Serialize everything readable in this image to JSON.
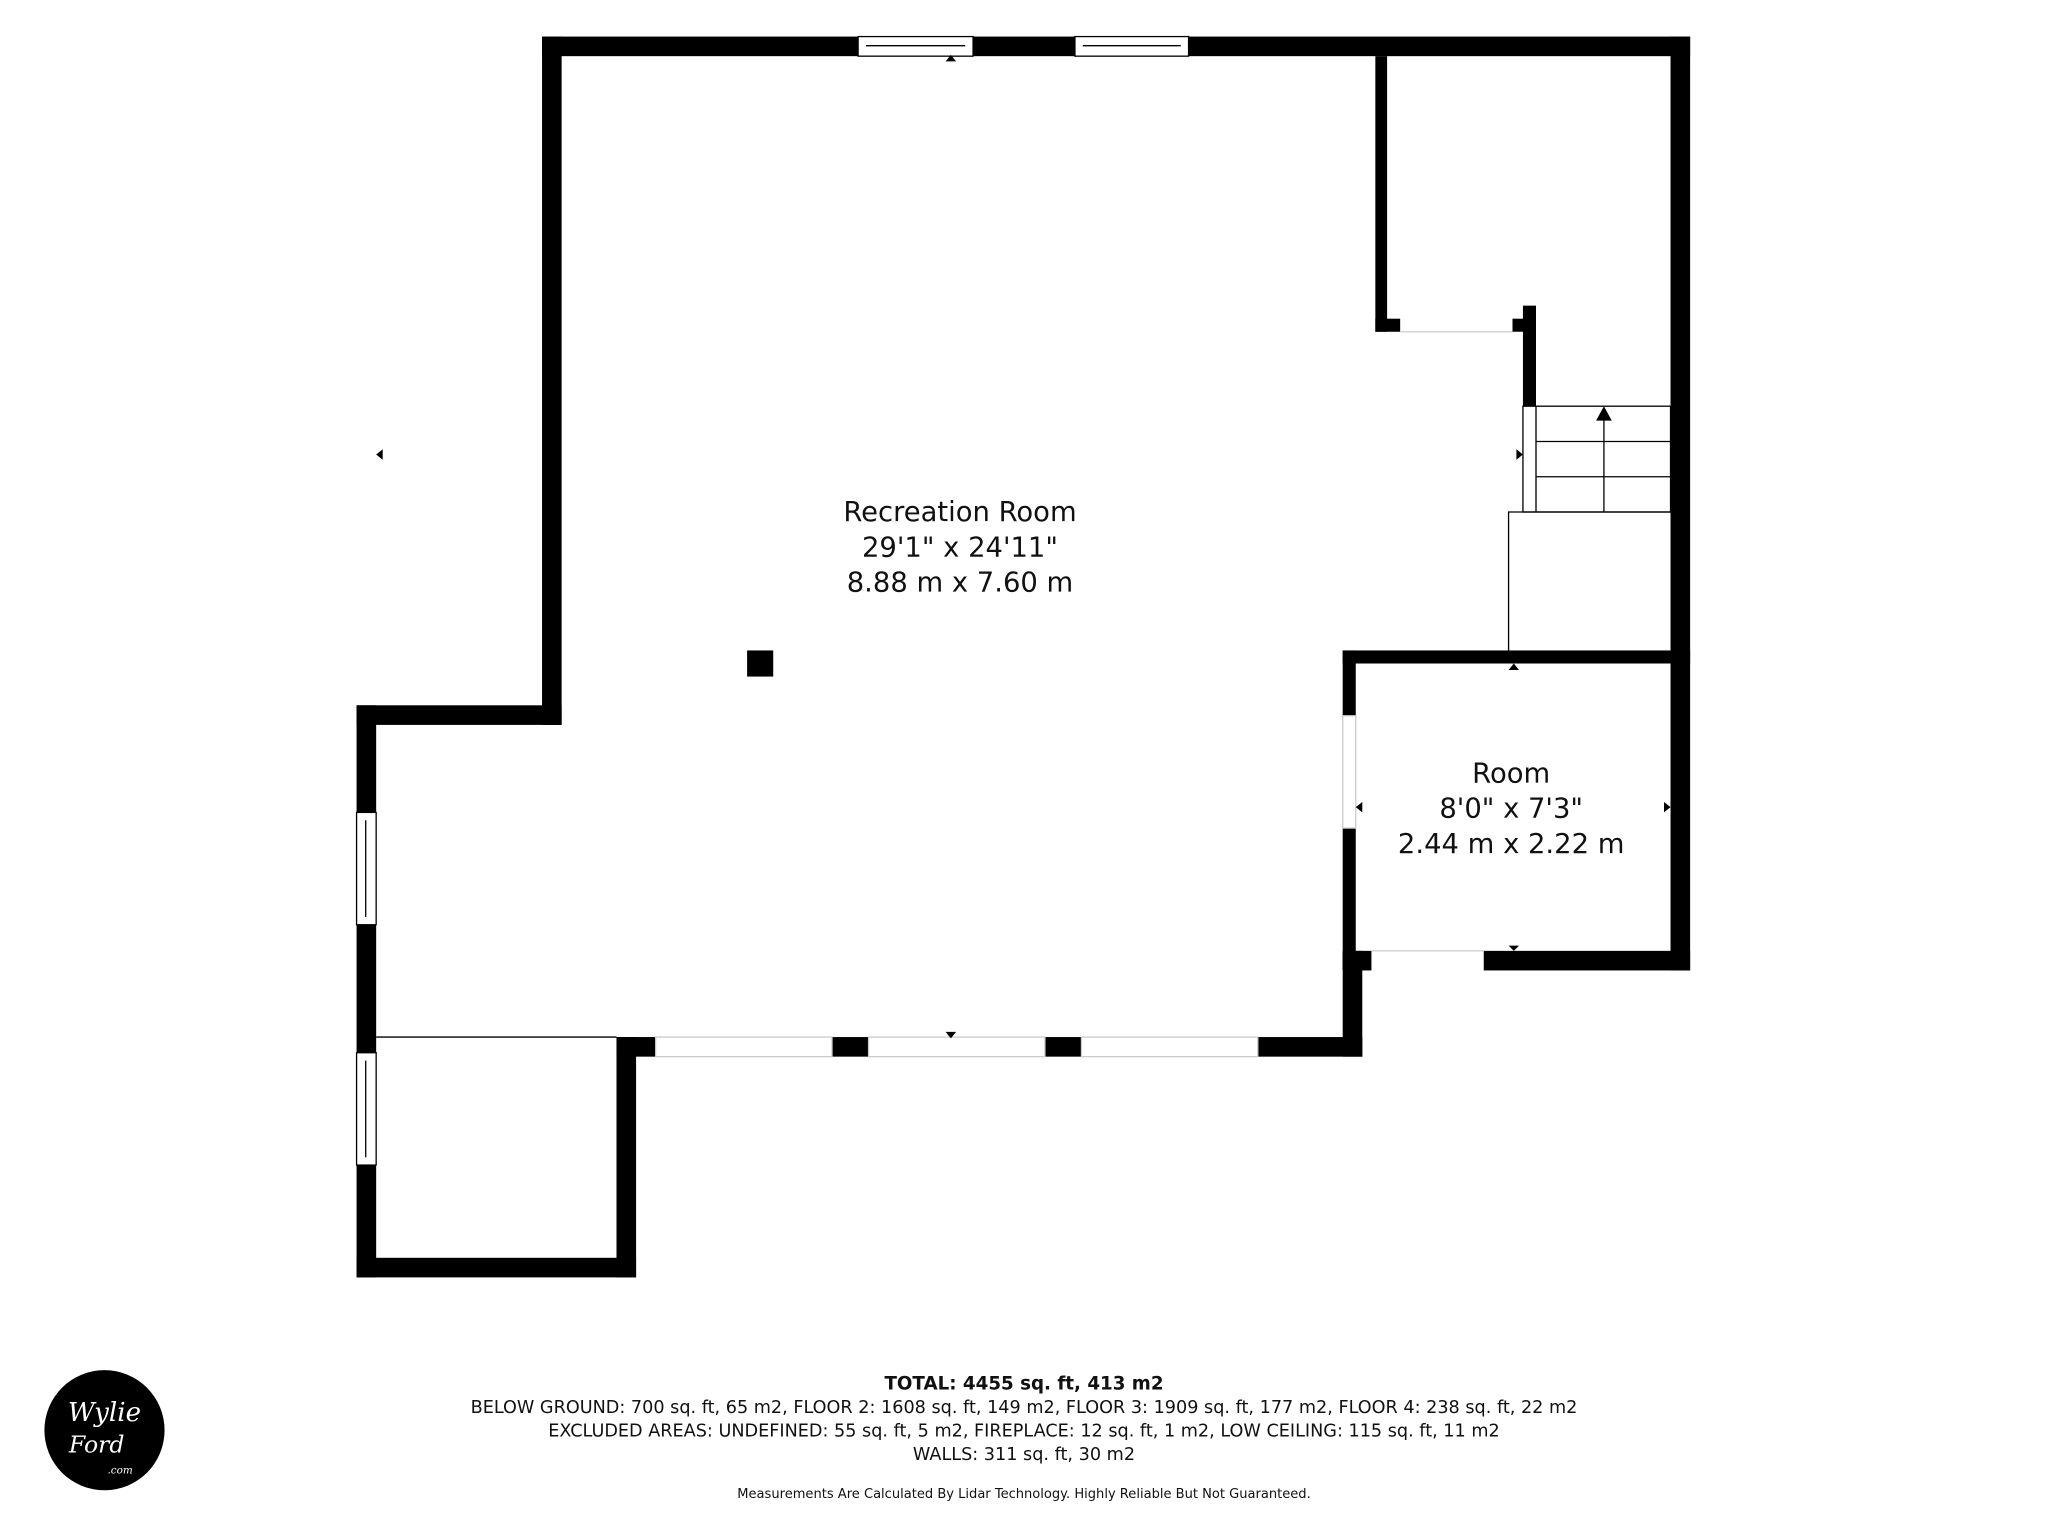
{
  "rooms": [
    {
      "name": "Recreation Room",
      "dim_imperial": "29'1\" x 24'11\"",
      "dim_metric": "8.88 m x 7.60 m"
    },
    {
      "name": "Room",
      "dim_imperial": "8'0\" x 7'3\"",
      "dim_metric": "2.44 m x 2.22 m"
    }
  ],
  "summary": {
    "total": "TOTAL: 4455 sq. ft, 413 m2",
    "floors": "BELOW GROUND: 700 sq. ft, 65 m2, FLOOR 2: 1608 sq. ft, 149 m2, FLOOR 3: 1909 sq. ft, 177 m2, FLOOR 4: 238 sq. ft, 22 m2",
    "excluded": "EXCLUDED AREAS: UNDEFINED: 55 sq. ft, 5 m2, FIREPLACE: 12 sq. ft, 1 m2, LOW CEILING: 115 sq. ft, 11 m2",
    "walls": "WALLS: 311 sq. ft, 30 m2"
  },
  "disclaimer": "Measurements Are Calculated By Lidar Technology. Highly Reliable But Not Guaranteed.",
  "logo": {
    "line1": "Wylie",
    "line2": "Ford",
    "line3": ".com"
  },
  "colors": {
    "wall": "#000000",
    "background": "#ffffff"
  }
}
